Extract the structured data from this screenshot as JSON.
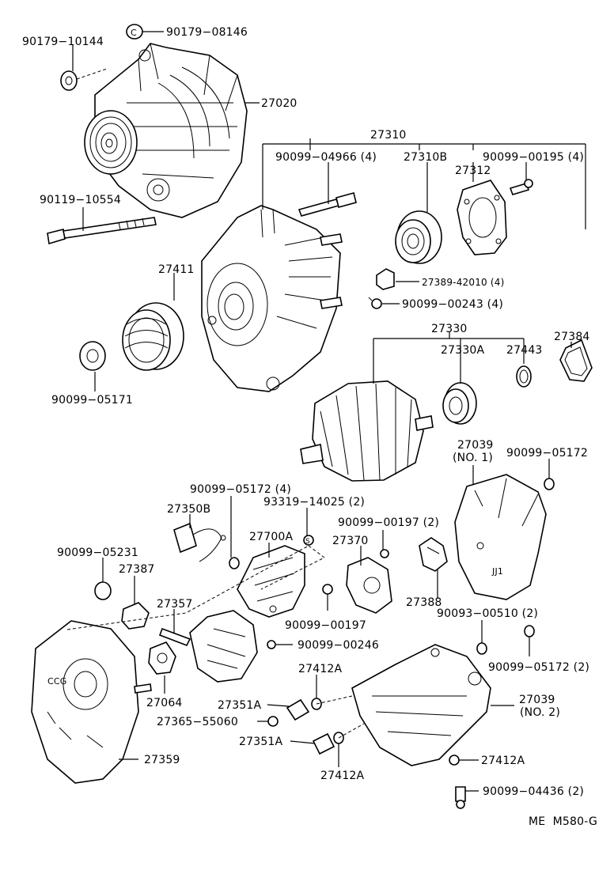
{
  "diagram_id": "ME  M580-G",
  "labels": {
    "p90179_10144": "90179−10144",
    "p90179_08146": "90179−08146",
    "p27020": "27020",
    "p27310": "27310",
    "p90099_04966": "90099−04966 (4)",
    "p27310B": "27310B",
    "p90099_00195": "90099−00195 (4)",
    "p27312": "27312",
    "p90119_10554": "90119−10554",
    "p27389": "27389-42010 (4)",
    "p27411": "27411",
    "p90099_00243": "90099−00243 (4)",
    "p27330": "27330",
    "p27384": "27384",
    "p27330A": "27330A",
    "p27443": "27443",
    "p90099_05171": "90099−05171",
    "p27039_1": "27039",
    "p27039_1b": "(NO. 1)",
    "p90099_05172_a": "90099−05172",
    "p90099_05172_4": "90099−05172 (4)",
    "p93319": "93319−14025 (2)",
    "p27350B": "27350B",
    "p90099_00197_2": "90099−00197 (2)",
    "p27700A": "27700A",
    "p27370": "27370",
    "p90099_05231": "90099−05231",
    "p27387": "27387",
    "p27388": "27388",
    "p27357": "27357",
    "p90099_00197": "90099−00197",
    "p90093_00510": "90093−00510 (2)",
    "p90099_00246": "90099−00246",
    "p90099_05172_2": "90099−05172 (2)",
    "p27412A_a": "27412A",
    "p27064": "27064",
    "p27351A_a": "27351A",
    "p27039_2": "27039",
    "p27039_2b": "(NO. 2)",
    "p27365": "27365−55060",
    "p27351A_b": "27351A",
    "p27412A_c": "27412A",
    "p27359": "27359",
    "p27412A_b": "27412A",
    "p90099_04436": "90099−04436 (2)"
  }
}
